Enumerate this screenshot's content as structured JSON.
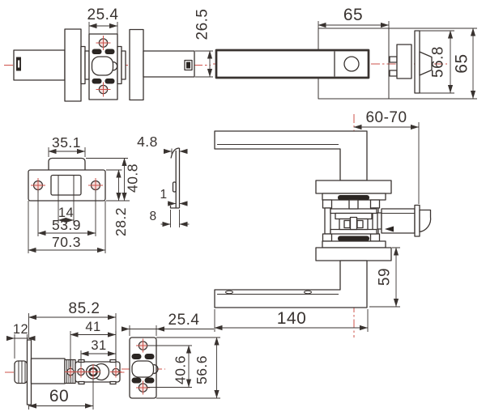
{
  "drawing": {
    "type": "technical-dimension-drawing",
    "subject": "door-lever-lockset",
    "colors": {
      "background": "#ffffff",
      "ink": "#393330",
      "centerline_red": "#cd5049",
      "screw_hole_fill": "#f3dfdd",
      "solid_fill": "#2b2623"
    },
    "views": {
      "knob_side": {
        "dims": {
          "body_width": "25.4",
          "shaft_height": "26.5"
        }
      },
      "lever_side": {
        "dims": {
          "rose_width": "65",
          "rose_diameter": "56.8",
          "plate_height": "65"
        }
      },
      "strike_front": {
        "dims": {
          "tab_width": "35.1",
          "total_height": "40.8",
          "slot_width": "14",
          "plate_height": "28.2",
          "hole_spacing": "53.9",
          "plate_width": "70.3"
        }
      },
      "strike_profile": {
        "dims": {
          "lip_depth": "4.8",
          "thickness": "1",
          "flange_depth": "8"
        }
      },
      "assembly": {
        "dims": {
          "backset_range": "60-70",
          "rose_drop": "59",
          "lever_length": "140"
        }
      },
      "latch_side": {
        "dims": {
          "total_length": "85.2",
          "bolt_projection": "12",
          "housing_length": "41",
          "core_length": "31",
          "backset": "60"
        }
      },
      "latch_front": {
        "dims": {
          "faceplate_width": "25.4",
          "screw_spacing": "40.6",
          "faceplate_height": "56.6"
        }
      }
    }
  }
}
